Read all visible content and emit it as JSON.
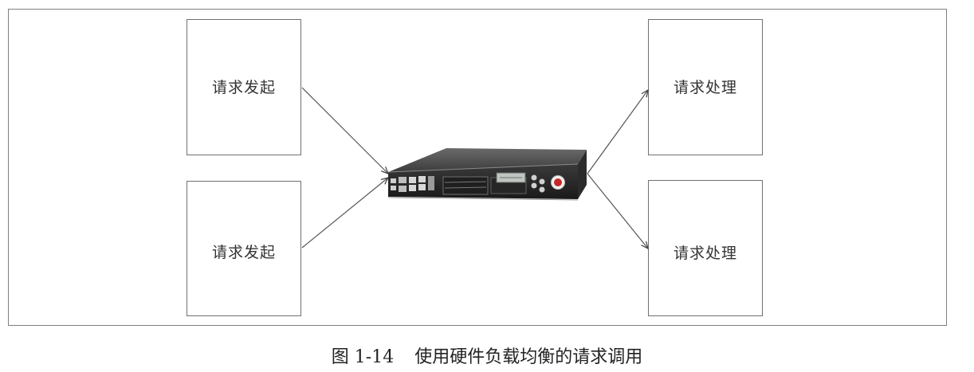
{
  "diagram": {
    "senders": [
      {
        "label": "请求发起"
      },
      {
        "label": "请求发起"
      }
    ],
    "handlers": [
      {
        "label": "请求处理"
      },
      {
        "label": "请求处理"
      }
    ],
    "device": {
      "icon": "hardware-load-balancer-icon"
    }
  },
  "caption": {
    "number": "图 1-14",
    "text": "使用硬件负载均衡的请求调用"
  }
}
